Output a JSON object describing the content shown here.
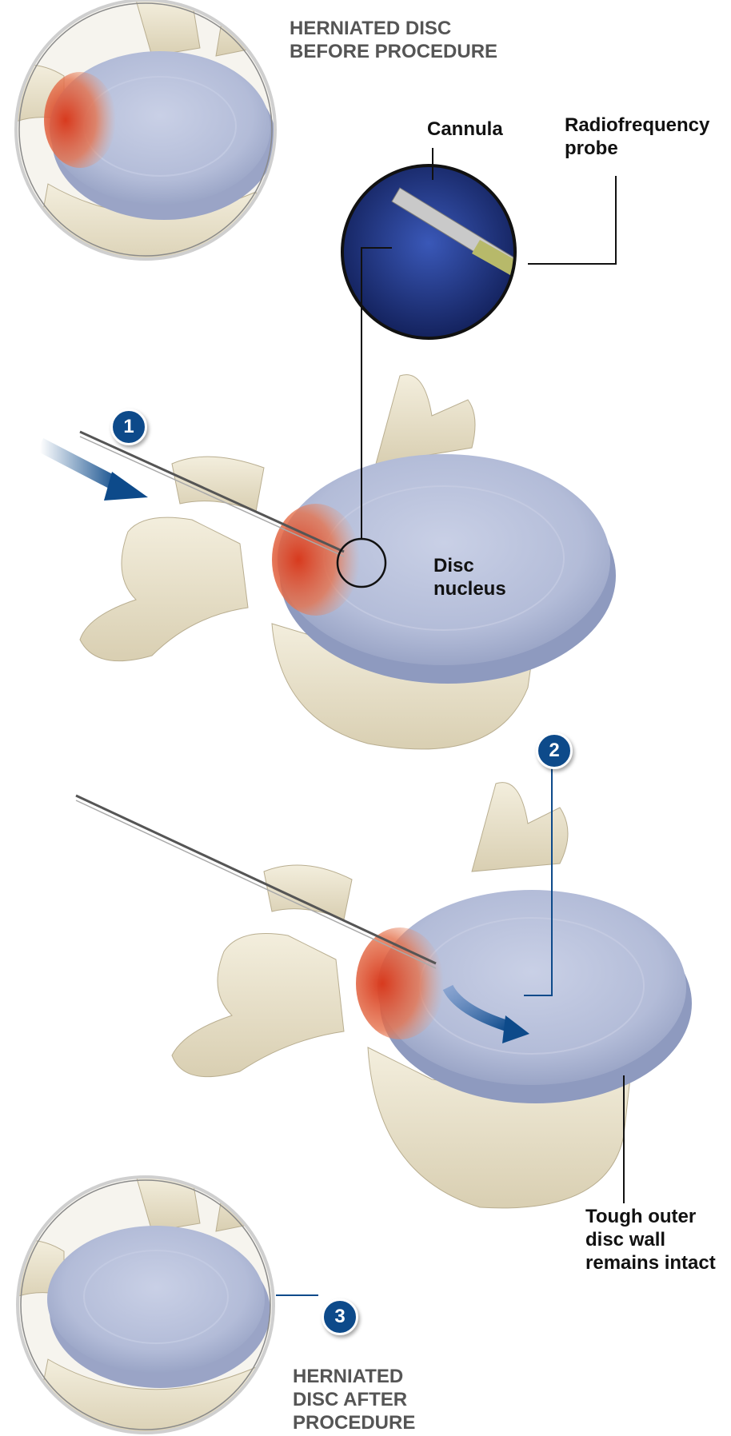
{
  "labels": {
    "before": "HERNIATED DISC\nBEFORE PROCEDURE",
    "cannula": "Cannula",
    "probe": "Radiofrequency\nprobe",
    "nucleus": "Disc\nnucleus",
    "wall": "Tough outer\ndisc wall\nremains intact",
    "after": "HERNIATED\nDISC AFTER\nPROCEDURE"
  },
  "steps": [
    "1",
    "2",
    "3"
  ],
  "colors": {
    "disc": "#b9c2dd",
    "bone": "#ece5cf",
    "herniation": "#d9452a",
    "accent_blue": "#0d4a8a",
    "probe_bg": "#1a3280"
  }
}
